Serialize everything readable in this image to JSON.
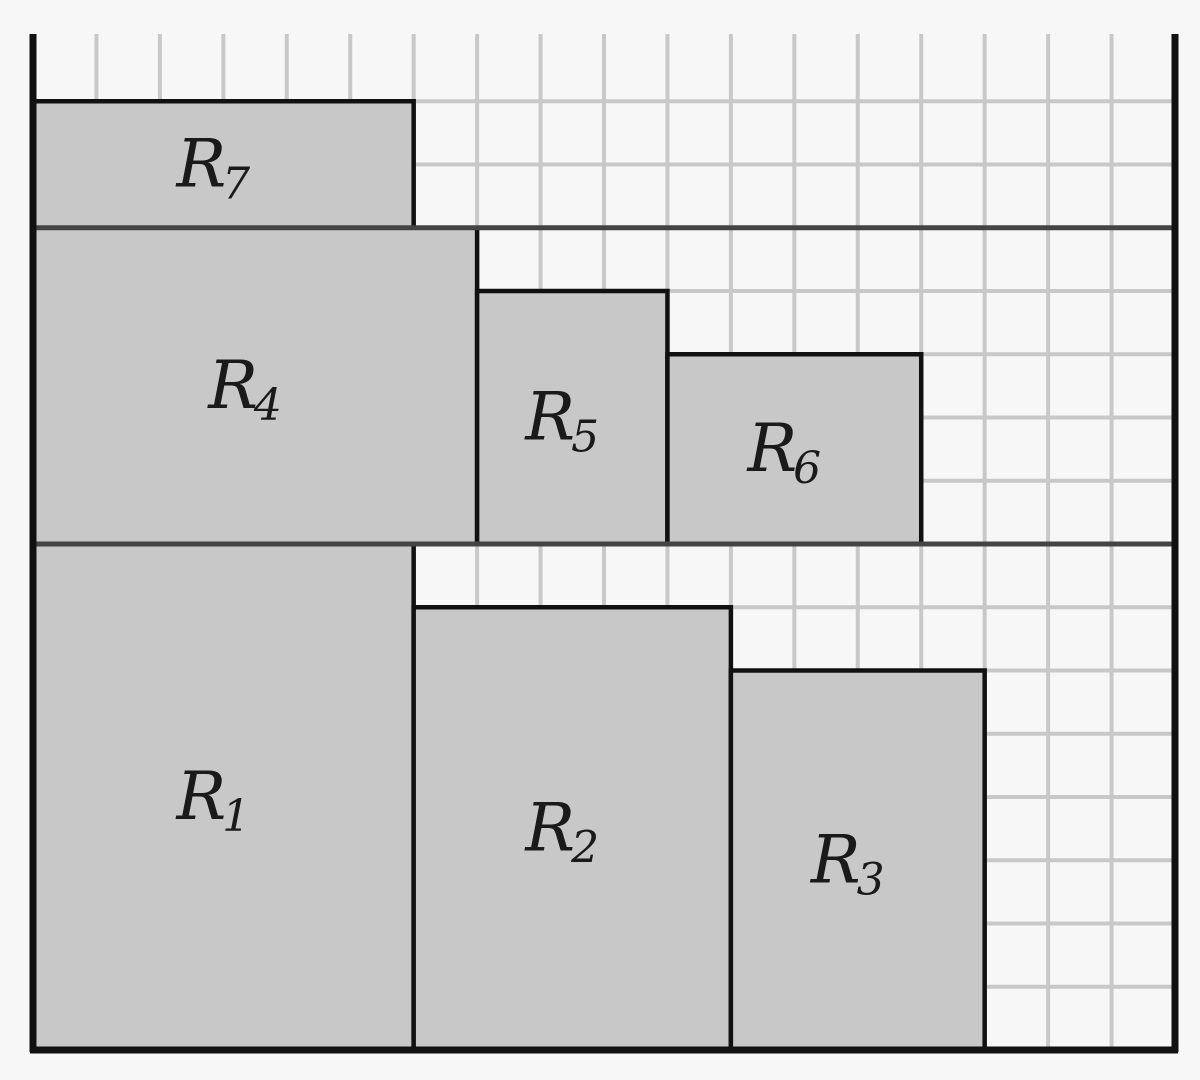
{
  "diagram": {
    "grid_columns": 18,
    "grid_rows": 16,
    "colors": {
      "background": "#f7f7f7",
      "grid_line": "#c8c8c8",
      "rect_fill": "#c8c8c8",
      "outline": "#111111",
      "level_line": "#444444"
    },
    "levels": [
      {
        "name": "level-1",
        "base_row": 0,
        "height_rows": 8
      },
      {
        "name": "level-2",
        "base_row": 8,
        "height_rows": 5
      },
      {
        "name": "level-3",
        "base_row": 13,
        "height_rows": 2
      }
    ],
    "rectangles": [
      {
        "id": "r1",
        "label": "R",
        "sub": "1",
        "col": 0,
        "row": 0,
        "w": 6,
        "h": 8
      },
      {
        "id": "r2",
        "label": "R",
        "sub": "2",
        "col": 6,
        "row": 0,
        "w": 5,
        "h": 7
      },
      {
        "id": "r3",
        "label": "R",
        "sub": "3",
        "col": 11,
        "row": 0,
        "w": 4,
        "h": 6
      },
      {
        "id": "r4",
        "label": "R",
        "sub": "4",
        "col": 0,
        "row": 8,
        "w": 7,
        "h": 5
      },
      {
        "id": "r5",
        "label": "R",
        "sub": "5",
        "col": 7,
        "row": 8,
        "w": 3,
        "h": 4
      },
      {
        "id": "r6",
        "label": "R",
        "sub": "6",
        "col": 10,
        "row": 8,
        "w": 4,
        "h": 3
      },
      {
        "id": "r7",
        "label": "R",
        "sub": "7",
        "col": 0,
        "row": 13,
        "w": 6,
        "h": 2
      }
    ]
  }
}
